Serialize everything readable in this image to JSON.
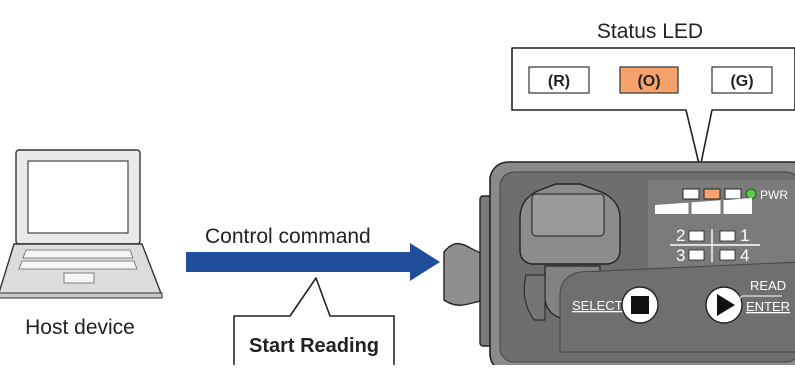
{
  "status_callout": {
    "title": "Status LED",
    "leds": [
      {
        "label": "(R)",
        "color": "#ffffff"
      },
      {
        "label": "(O)",
        "color": "#f5a36a"
      },
      {
        "label": "(G)",
        "color": "#ffffff"
      }
    ]
  },
  "host": {
    "label": "Host device"
  },
  "arrow": {
    "label": "Control command",
    "color": "#1f4f9c"
  },
  "command_bubble": {
    "label": "Start Reading"
  },
  "reader": {
    "pwr_label": "PWR",
    "pwr_color": "#5cc84a",
    "led_active_color": "#f5a36a",
    "keypad": [
      "2",
      "1",
      "3",
      "4"
    ],
    "select_label": "SELECT",
    "read_label": "READ",
    "enter_label": "ENTER"
  }
}
